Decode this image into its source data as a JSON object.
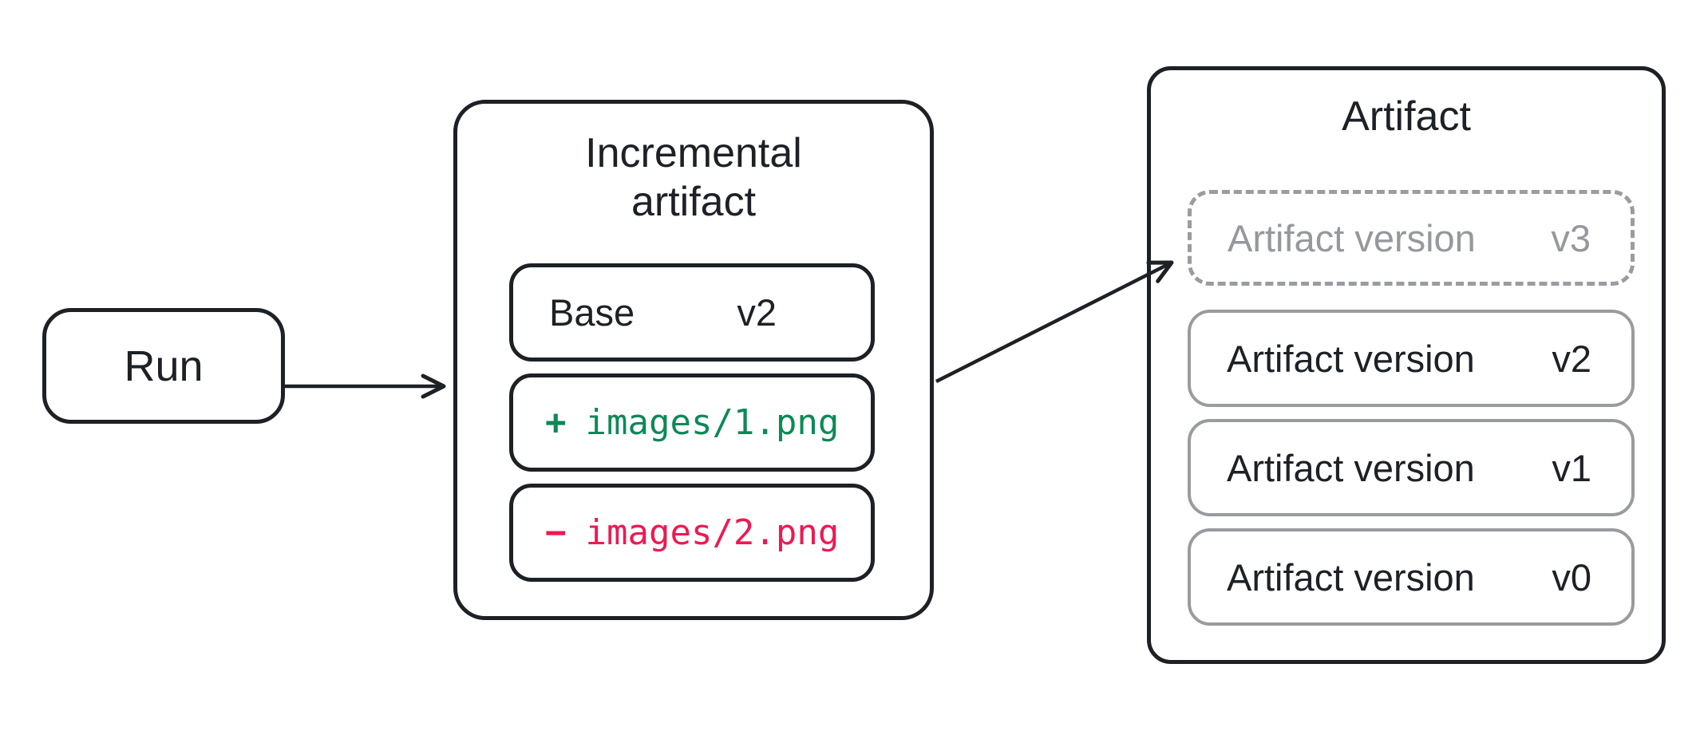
{
  "run_node": {
    "label": "Run"
  },
  "incremental_node": {
    "title": "Incremental artifact",
    "base_row": {
      "label": "Base",
      "version": "v2"
    },
    "diff_rows": [
      {
        "op": "+",
        "file": "images/1.png"
      },
      {
        "op": "−",
        "file": "images/2.png"
      }
    ]
  },
  "artifact_node": {
    "title": "Artifact",
    "version_rows": [
      {
        "label": "Artifact version",
        "version": "v3"
      },
      {
        "label": "Artifact version",
        "version": "v2"
      },
      {
        "label": "Artifact version",
        "version": "v1"
      },
      {
        "label": "Artifact version",
        "version": "v0"
      }
    ]
  },
  "colors": {
    "ink": "#1d2126",
    "version_box_border_gray": "#999b9e",
    "pending_dashed_gray": "#9a9ca0",
    "pending_text_gray": "#96989d",
    "added_green": "#0d8957",
    "removed_red": "#ec1a52",
    "background": "#ffffff"
  }
}
